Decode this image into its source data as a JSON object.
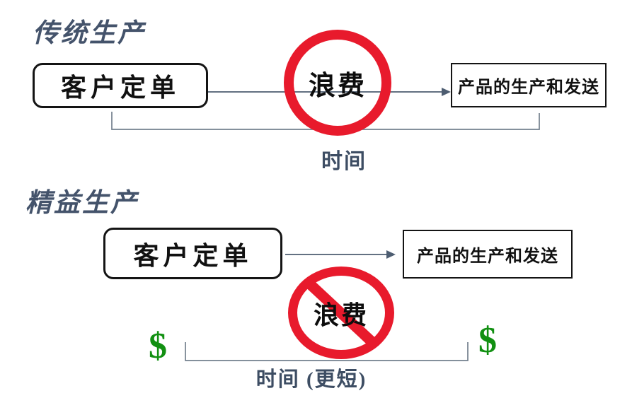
{
  "colors": {
    "prohibition_red": "#e81a2c",
    "money_green": "#129012",
    "heading_slate": "#44536b",
    "arrow_slate": "#4d5d71",
    "bracket_gray": "#73808e",
    "box_border_black": "#141414"
  },
  "sections": {
    "traditional": {
      "title": "传统生产",
      "order_box_label": "客户定单",
      "waste_label": "浪费",
      "production_box_label": "产品的生产和发送",
      "time_label": "时间"
    },
    "lean": {
      "title": "精益生产",
      "order_box_label": "客户定单",
      "waste_label": "浪费",
      "production_box_label": "产品的生产和发送",
      "time_label": "时间 (更短)",
      "money_symbol_left": "$",
      "money_symbol_right": "$"
    }
  }
}
